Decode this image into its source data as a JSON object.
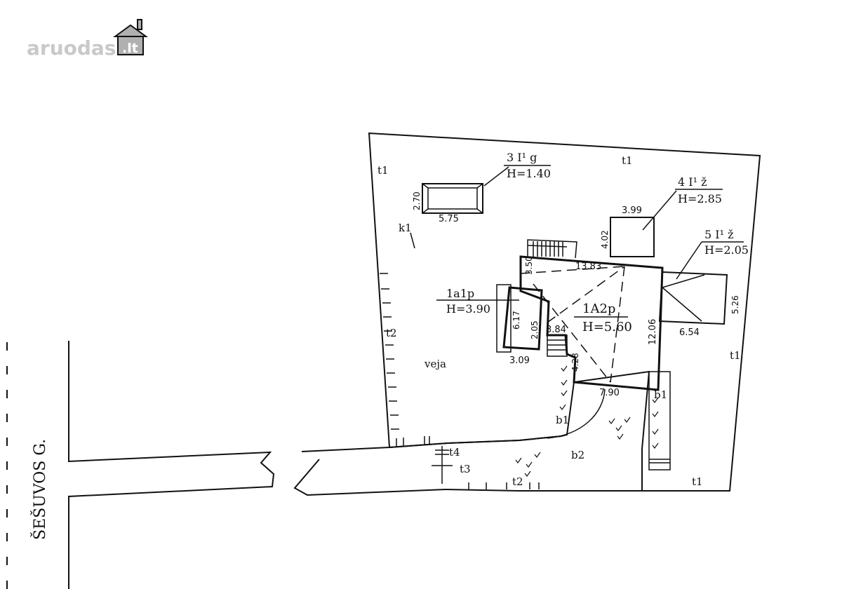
{
  "watermark": {
    "brand": "aruodas",
    "tld": ".lt",
    "colors": {
      "text": "#c9c9c9",
      "badge": "#b0b0b0"
    }
  },
  "street": {
    "name": "ŠEŠUVOS G."
  },
  "buildings": [
    {
      "code": "3 I¹ g",
      "height": "H=1.40",
      "dims": [
        "2.70",
        "5.75"
      ]
    },
    {
      "code": "4 I¹ ž",
      "height": "H=2.85",
      "dims": [
        "3.99",
        "4.02"
      ]
    },
    {
      "code": "5 I¹ ž",
      "height": "H=2.05",
      "dims": [
        "5.26",
        "6.54"
      ]
    },
    {
      "code": "1A2p",
      "height": "H=5.60",
      "dims": [
        "13.83",
        "12.06",
        "7.90",
        "4.28",
        "3.84",
        "3.50"
      ]
    },
    {
      "code": "1a1p",
      "height": "H=3.90",
      "dims": [
        "6.17",
        "2.05",
        "3.09"
      ]
    }
  ],
  "map_labels": {
    "t1": "t1",
    "t2": "t2",
    "t3": "t3",
    "t4": "t4",
    "k1": "k1",
    "b1": "b1",
    "b2": "b2",
    "veja": "veja"
  }
}
